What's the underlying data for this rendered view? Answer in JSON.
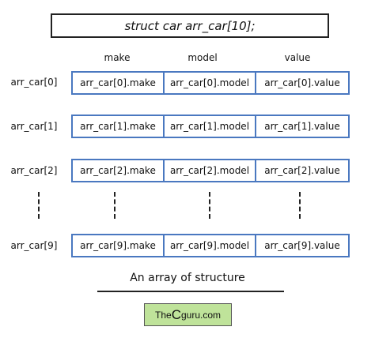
{
  "declaration": "struct car arr_car[10];",
  "columns": [
    "make",
    "model",
    "value"
  ],
  "rows": [
    {
      "label": "arr_car[0]",
      "cells": [
        "arr_car[0].make",
        "arr_car[0].model",
        "arr_car[0].value"
      ]
    },
    {
      "label": "arr_car[1]",
      "cells": [
        "arr_car[1].make",
        "arr_car[1].model",
        "arr_car[1].value"
      ]
    },
    {
      "label": "arr_car[2]",
      "cells": [
        "arr_car[2].make",
        "arr_car[2].model",
        "arr_car[2].value"
      ]
    },
    {
      "label": "arr_car[9]",
      "cells": [
        "arr_car[9].make",
        "arr_car[9].model",
        "arr_car[9].value"
      ]
    }
  ],
  "caption": "An array of structure",
  "brand": {
    "pre": "The",
    "big": "C",
    "post": "guru.com",
    "bg_color": "#bfe39a"
  },
  "colors": {
    "cell_border": "#4a78c0",
    "box_border": "#222222"
  }
}
